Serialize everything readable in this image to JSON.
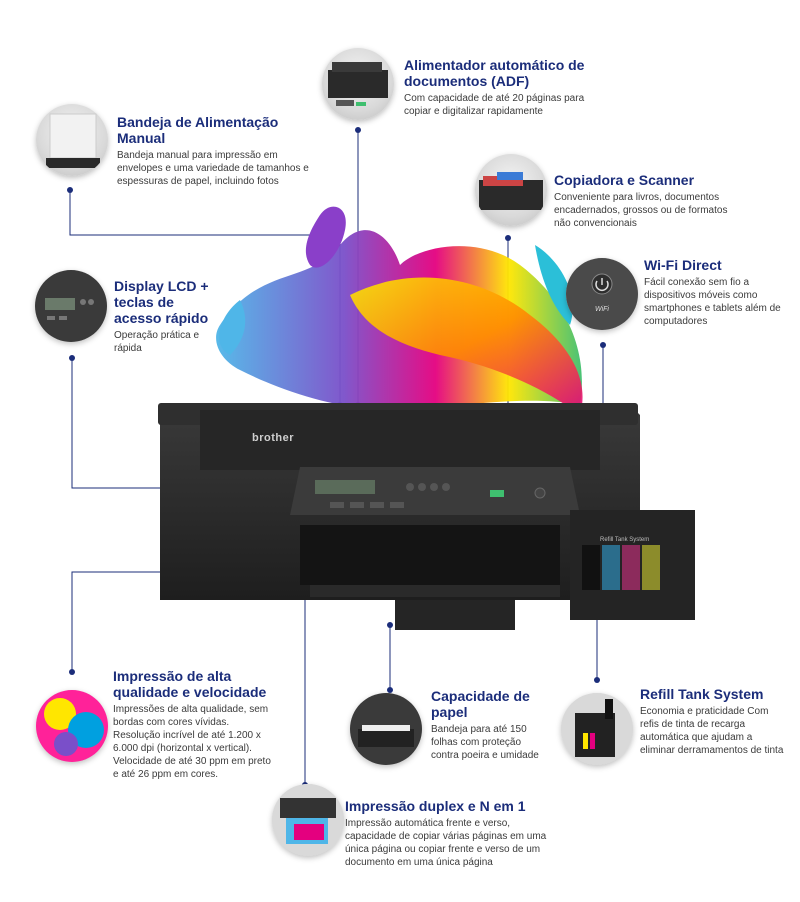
{
  "features": {
    "adf": {
      "title": "Alimentador automático de documentos (ADF)",
      "desc": "Com capacidade de até 20 páginas para copiar e digitalizar rapidamente"
    },
    "manual_tray": {
      "title": "Bandeja de Alimentação Manual",
      "desc": "Bandeja manual para impressão em envelopes e uma variedade de tamanhos e espessuras de papel, incluindo fotos"
    },
    "copier": {
      "title": "Copiadora e Scanner",
      "desc": "Conveniente para livros, documentos encadernados, grossos ou de formatos não convencionais"
    },
    "wifi": {
      "title": "Wi-Fi Direct",
      "desc": "Fácil conexão sem fio a dispositivos móveis como smartphones e tablets além de computadores",
      "icon_text": "WiFi"
    },
    "lcd": {
      "title": "Display LCD + teclas de acesso rápido",
      "desc": "Operação prática e rápida"
    },
    "quality": {
      "title": "Impressão de alta qualidade e velocidade",
      "desc": "Impressões de alta qualidade, sem bordas com cores vívidas. Resolução incrível de até 1.200 x 6.000 dpi (horizontal x vertical). Velocidade de até 30 ppm em preto e até 26 ppm em cores."
    },
    "paper": {
      "title": "Capacidade de papel",
      "desc": "Bandeja para até 150 folhas com proteção contra poeira e umidade"
    },
    "tank": {
      "title": "Refill Tank System",
      "desc": "Economia e praticidade Com refis de tinta de recarga automática que ajudam a eliminar derramamentos de tinta"
    },
    "duplex": {
      "title": "Impressão duplex e N em 1",
      "desc": "Impressão automática frente e verso, capacidade de copiar várias páginas em uma única página ou copiar frente e verso de um documento em uma única página"
    }
  },
  "printer": {
    "brand": "brother",
    "tank_label": "Refill Tank System"
  },
  "colors": {
    "accent": "#1b2d7a",
    "body": "#2a2a2a",
    "ink": [
      "#000000",
      "#00a0e0",
      "#e4007f",
      "#ffe600"
    ]
  }
}
